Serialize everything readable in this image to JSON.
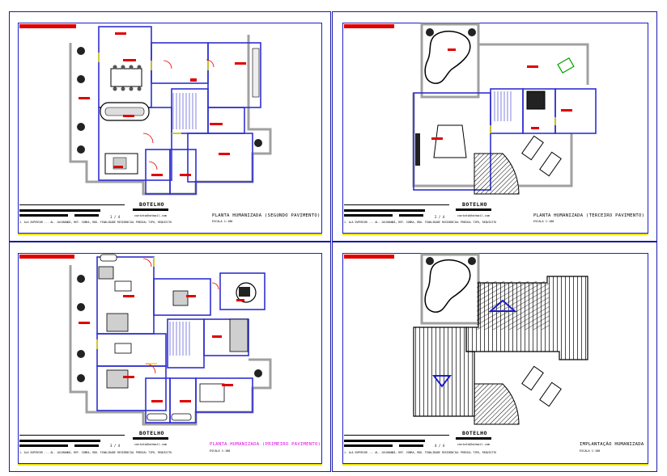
{
  "sheets": [
    {
      "id": "second-floor",
      "project_name": "BOTELHO",
      "plan_title": "PLANTA HUMANIZADA (SEGUNDO PAVIMENTO)",
      "scale": "ESCALA 1:100",
      "email": "contato@hotmail.com",
      "page": "1 / 4",
      "footer_note": "1. ALA SUPERIOR ... AL. JACARANDÁ, REF. COBRA, RDO. FINALIDADE RESIDENCIAL PREDIAL TIPO, REQUISITO",
      "title_color": "#000000"
    },
    {
      "id": "third-floor",
      "project_name": "BOTELHO",
      "plan_title": "PLANTA HUMANIZADA (TERCEIRO PAVIMENTO)",
      "scale": "ESCALA 1:100",
      "email": "contato@hotmail.com",
      "page": "2 / 4",
      "footer_note": "1. ALA SUPERIOR ... AL. JACARANDÁ, REF. COBRA, RDO. FINALIDADE RESIDENCIAL PREDIAL TIPO, REQUISITO",
      "title_color": "#000000"
    },
    {
      "id": "first-floor",
      "project_name": "BOTELHO",
      "plan_title": "PLANTA HUMANIZADA (PRIMEIRO PAVIMENTO)",
      "scale": "ESCALA 1:100",
      "email": "contato@hotmail.com",
      "page": "3 / 4",
      "footer_note": "1. ALA SUPERIOR ... AL. JACARANDÁ, REF. COBRA, RDO. FINALIDADE RESIDENCIAL PREDIAL TIPO, REQUISITO",
      "title_color": "#e000e0"
    },
    {
      "id": "site-implantation",
      "project_name": "BOTELHO",
      "plan_title": "IMPLANTAÇÃO HUMANIZADA",
      "scale": "ESCALA 1:100",
      "email": "contato@hotmail.com",
      "page": "4 / 4",
      "footer_note": "1. ALA SUPERIOR ... AL. JACARANDÁ, REF. COBRA, RDO. FINALIDADE RESIDENCIAL PREDIAL TIPO, REQUISITO",
      "title_color": "#000000"
    }
  ],
  "colors": {
    "sheet_border": "#1a1aa8",
    "frame": "#1e1ec8",
    "wall": "#3030d0",
    "wall_gray": "#a0a0a0",
    "accent_red": "#e00000",
    "door_yellow": "#e8e000",
    "text": "#000000"
  }
}
